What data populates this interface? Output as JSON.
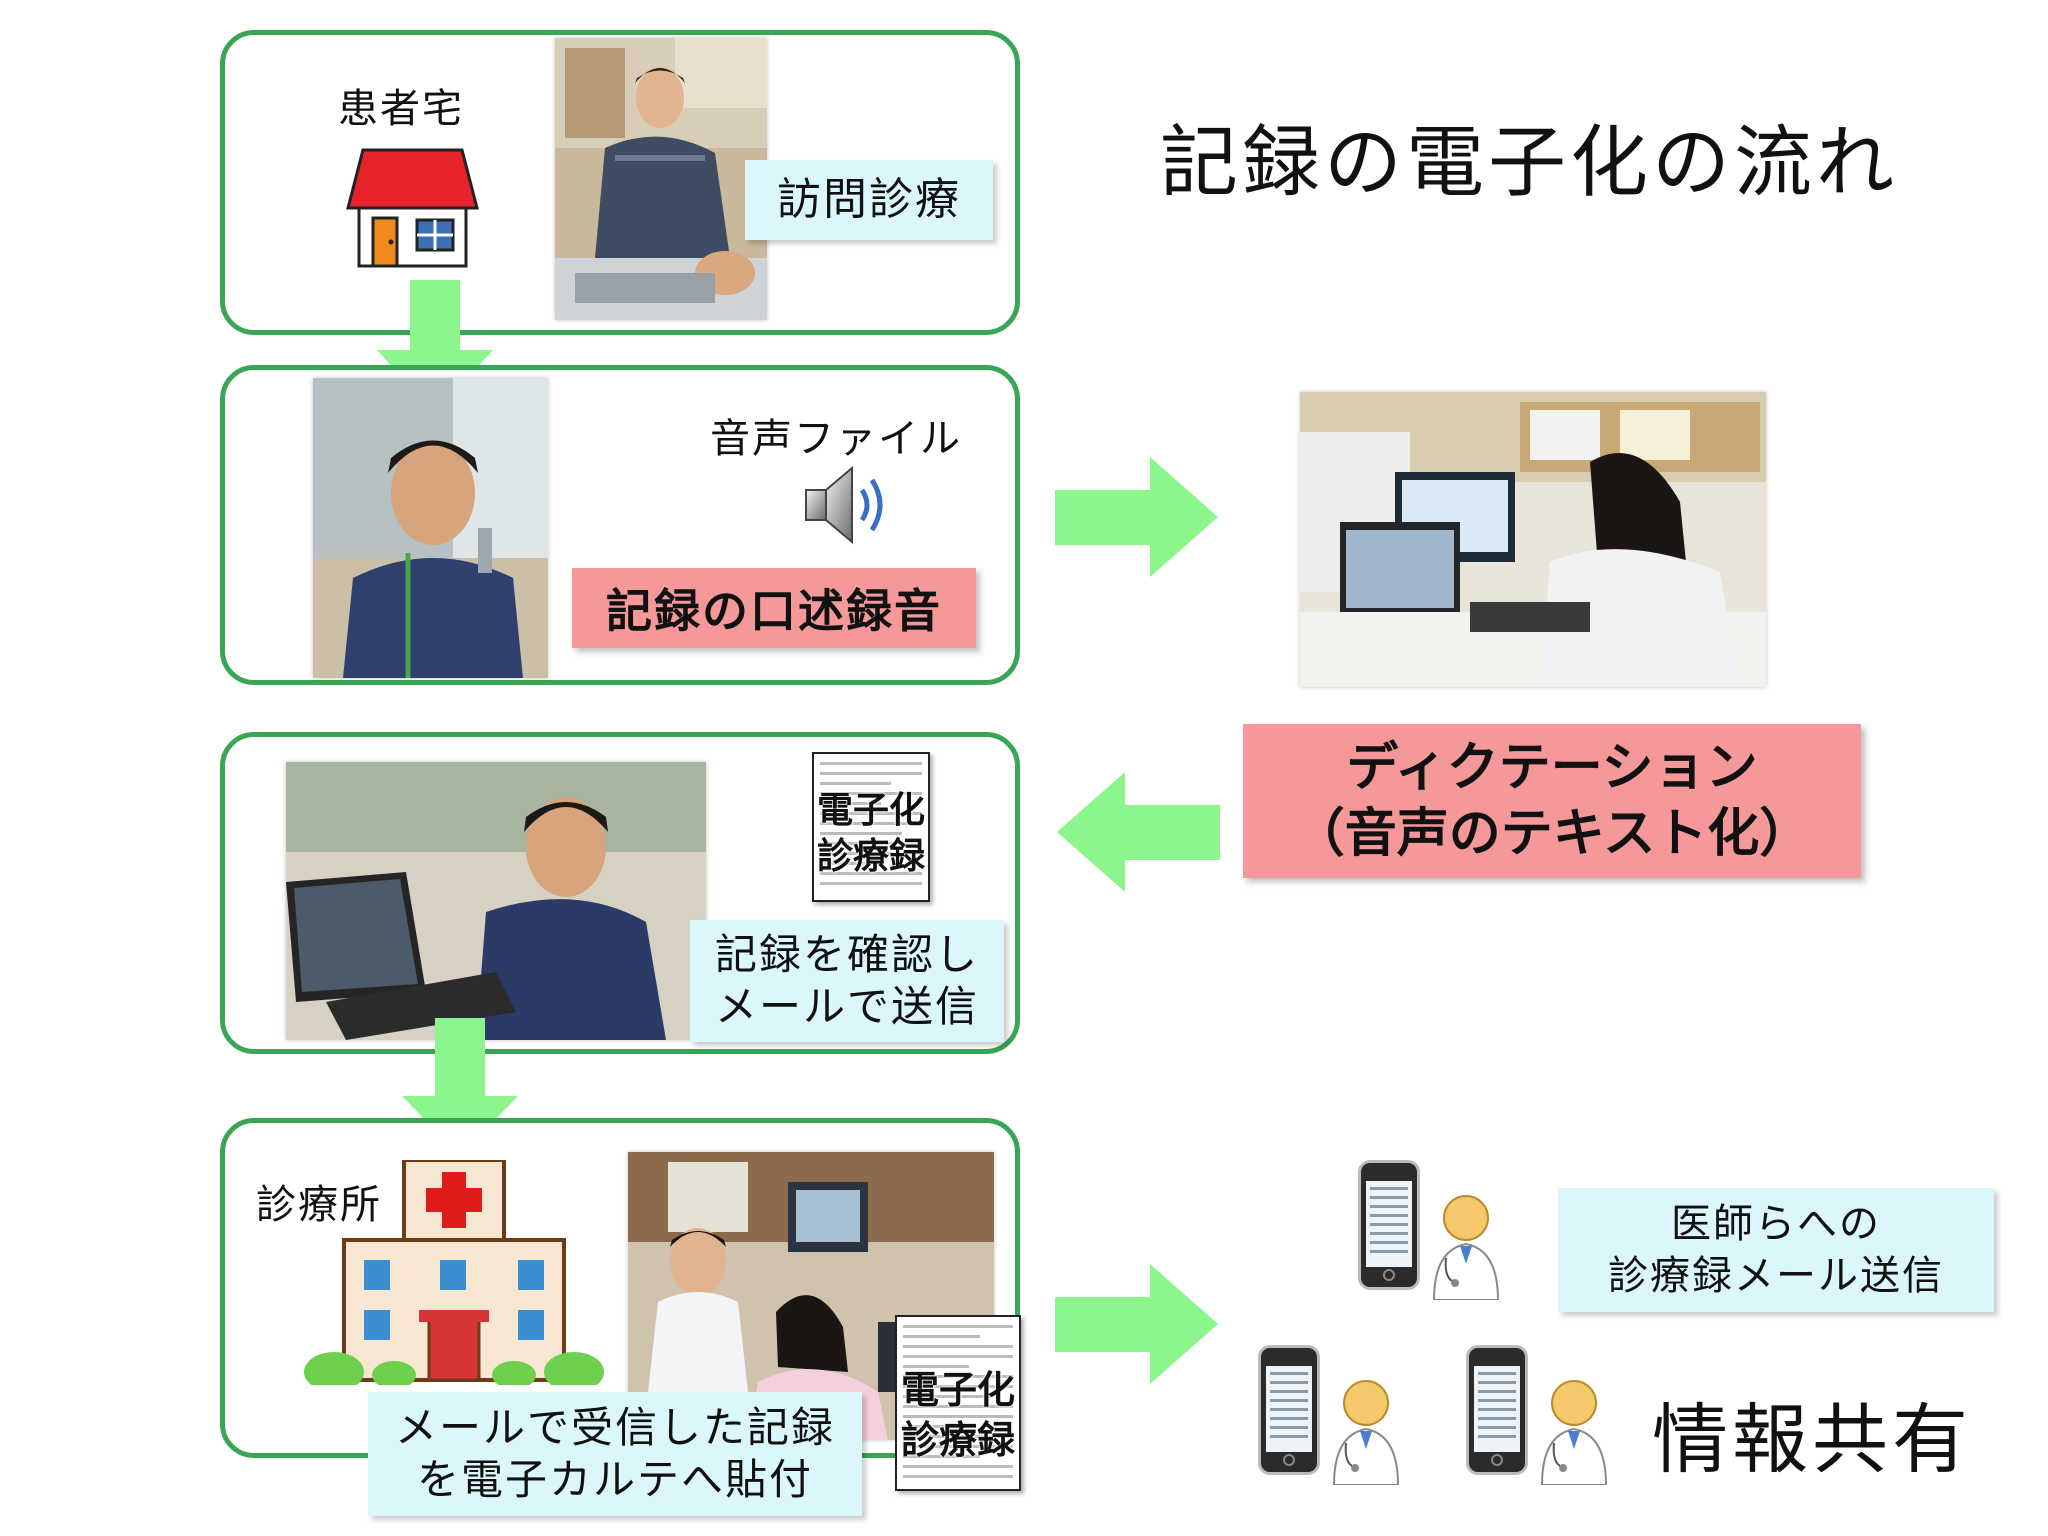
{
  "title": "記録の電子化の流れ",
  "panel1": {
    "place_label": "患者宅",
    "caption": "訪問診療"
  },
  "panel2": {
    "file_label": "音声ファイル",
    "caption": "記録の口述録音"
  },
  "dictation": {
    "line1": "ディクテーション",
    "line2": "（音声のテキスト化）"
  },
  "panel3": {
    "doc_title_line1": "電子化",
    "doc_title_line2": "診療録",
    "caption_line1": "記録を確認し",
    "caption_line2": "メールで送信"
  },
  "panel4": {
    "place_label": "診療所",
    "doc_title_line1": "電子化",
    "doc_title_line2": "診療録",
    "caption_line1": "メールで受信した記録",
    "caption_line2": "を電子カルテへ貼付"
  },
  "sharing": {
    "mail_line1": "医師らへの",
    "mail_line2": "診療録メール送信",
    "info_label": "情報共有"
  },
  "icons": [
    "house-icon",
    "speaker-icon",
    "hospital-icon",
    "smartphone-icon",
    "doctor-icon",
    "arrow-down-icon",
    "arrow-right-icon",
    "arrow-left-icon"
  ],
  "colors": {
    "panel_border": "#3aa655",
    "arrow": "#8cf58c",
    "pink_label": "#f5989a",
    "cyan_label": "#dbf7fb",
    "house_roof": "#e8222b"
  }
}
